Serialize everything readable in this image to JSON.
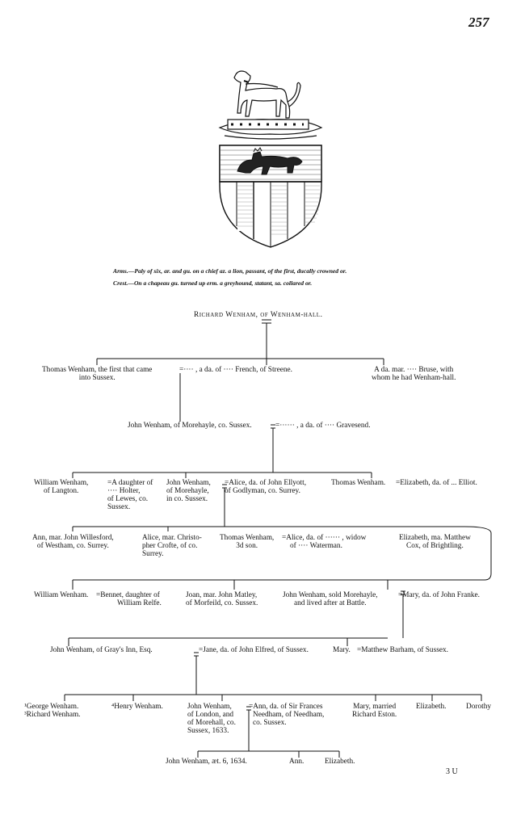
{
  "page_number": "257",
  "signature": "3 U",
  "heraldry": {
    "arms_label": "Arms.",
    "arms_text": "—Paly of six, ar. and gu. on a chief az. a lion, passant, of the first, ducally crowned or.",
    "crest_label": "Crest.",
    "crest_text": "—On a chapeau gu. turned up erm. a greyhound, statant, sa. collared or."
  },
  "pedigree": {
    "root": "Richard Wenham, of Wenham-hall.",
    "gen2": {
      "thomas": [
        "Thomas Wenham, the first that came",
        "into Sussex."
      ],
      "wife": "=···· , a da. of ···· French, of Streene.",
      "sister": [
        "A da. mar. ···· Bruse, with",
        "whom he had Wenham-hall."
      ]
    },
    "gen3": {
      "john": "John Wenham, of Morehayle, co. Sussex.",
      "wife": "=······ , a da. of ···· Gravesend."
    },
    "gen4": {
      "william": [
        "William Wenham,",
        "of Langton."
      ],
      "william_wife": [
        "=A daughter of",
        "···· Holter,",
        "of Lewes, co.",
        "Sussex."
      ],
      "john": [
        "John Wenham,",
        "of Morehayle,",
        "in co. Sussex."
      ],
      "john_wife": [
        "=Alice, da. of John Ellyott,",
        "of Godlyman, co. Surrey."
      ],
      "thomas": "Thomas Wenham.",
      "thomas_wife": "=Elizabeth, da. of ... Elliot."
    },
    "gen5": {
      "ann": [
        "Ann, mar. John Willesford,",
        "of Westham, co. Surrey."
      ],
      "alice": [
        "Alice, mar. Christo-",
        "pher Crofte, of co.",
        "Surrey."
      ],
      "thomas": [
        "Thomas Wenham,",
        "3d son."
      ],
      "thomas_wife": [
        "=Alice, da. of ······ , widow",
        "of ···· Waterman."
      ],
      "elizabeth": [
        "Elizabeth, ma. Matthew",
        "Cox, of Brightling."
      ]
    },
    "gen6": {
      "william": "William Wenham.",
      "william_wife": [
        "=Bennet, daughter of",
        "William Relfe."
      ],
      "joan": [
        "Joan, mar. John Matley,",
        "of Morfeild, co. Sussex."
      ],
      "john": [
        "John Wenham, sold Morehayle,",
        "and lived after at Battle."
      ],
      "john_wife": "=Mary, da. of John Franke."
    },
    "gen7": {
      "john": "John Wenham, of Gray's Inn, Esq.",
      "john_wife": "=Jane, da. of John Elfred, of Sussex.",
      "mary": "Mary.",
      "mary_husband": "=Matthew Barham, of Sussex."
    },
    "gen8": {
      "george": "¹George Wenham.",
      "richard": "³Richard Wenham.",
      "henry": "⁴Henry Wenham.",
      "john": [
        "John Wenham,",
        "of London, and",
        "of Morehall, co.",
        "Sussex, 1633."
      ],
      "john_wife": [
        "=Ann, da. of Sir Frances",
        "Needham, of Needham,",
        "co. Sussex."
      ],
      "mary": [
        "Mary, married",
        "Richard Eston."
      ],
      "elizabeth": "Elizabeth.",
      "dorothy": "Dorothy"
    },
    "gen9": {
      "john": "John Wenham, æt. 6, 1634.",
      "ann": "Ann.",
      "elizabeth": "Elizabeth."
    }
  }
}
